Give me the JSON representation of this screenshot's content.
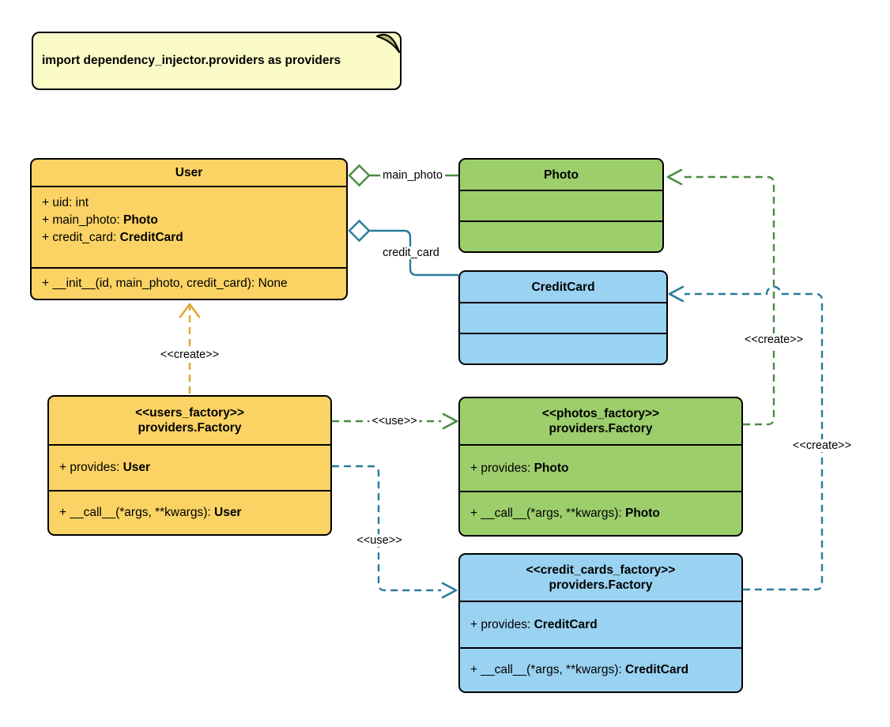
{
  "note": {
    "text": "import dependency_injector.providers as providers"
  },
  "colors": {
    "class_yellow": "#FBD364",
    "class_green": "#9DCE6C",
    "class_blue": "#9AD2F1",
    "note_yellow": "#FBFBC8",
    "note_fold": "#BCBC72",
    "edge_yellow": "#DFA62E",
    "edge_green": "#4A8B41",
    "edge_teal": "#2A7B9B",
    "border": "#000000"
  },
  "classes": {
    "user": {
      "title": "User",
      "attributes": [
        {
          "text": "+ uid: ",
          "type": "int"
        },
        {
          "text": "+ main_photo: ",
          "type": "Photo"
        },
        {
          "text": "+ credit_card: ",
          "type": "CreditCard"
        }
      ],
      "methods": [
        {
          "text": "+ __init__(id, main_photo, credit_card): ",
          "type": "None"
        }
      ]
    },
    "photo": {
      "title": "Photo"
    },
    "credit_card": {
      "title": "CreditCard"
    },
    "users_factory": {
      "stereotype": "<<users_factory>>",
      "title": "providers.Factory",
      "attributes": [
        {
          "text": "+ provides: ",
          "type": "User"
        }
      ],
      "methods": [
        {
          "text": "+ __call__(*args, **kwargs): ",
          "type": "User"
        }
      ]
    },
    "photos_factory": {
      "stereotype": "<<photos_factory>>",
      "title": "providers.Factory",
      "attributes": [
        {
          "text": "+ provides: ",
          "type": "Photo"
        }
      ],
      "methods": [
        {
          "text": "+ __call__(*args, **kwargs): ",
          "type": "Photo"
        }
      ]
    },
    "credit_cards_factory": {
      "stereotype": "<<credit_cards_factory>>",
      "title": "providers.Factory",
      "attributes": [
        {
          "text": "+ provides: ",
          "type": "CreditCard"
        }
      ],
      "methods": [
        {
          "text": "+ __call__(*args, **kwargs): ",
          "type": "CreditCard"
        }
      ]
    }
  },
  "edges": {
    "main_photo": {
      "label": "main_photo"
    },
    "credit_card": {
      "label": "credit_card"
    },
    "user_create": {
      "label": "<<create>>"
    },
    "photos_use": {
      "label": "<<use>>"
    },
    "credit_cards_use": {
      "label": "<<use>>"
    },
    "photo_create": {
      "label": "<<create>>"
    },
    "credit_card_create": {
      "label": "<<create>>"
    }
  }
}
